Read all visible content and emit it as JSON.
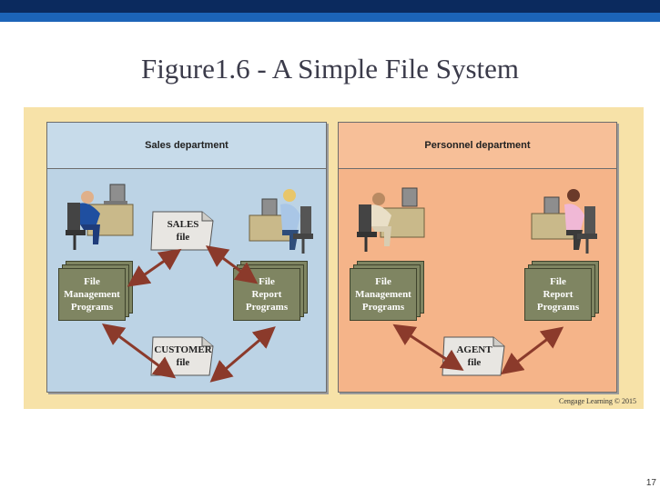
{
  "slide": {
    "title": "Figure1.6 - A Simple File System",
    "page_number": "17"
  },
  "figure": {
    "credit": "Cengage Learning © 2015",
    "sales": {
      "header": "Sales department",
      "file_mgmt": "File\nManagement\nPrograms",
      "file_report": "File\nReport\nPrograms",
      "sales_file": "SALES\nfile",
      "customer_file": "CUSTOMER\nfile"
    },
    "personnel": {
      "header": "Personnel department",
      "file_mgmt": "File\nManagement\nPrograms",
      "file_report": "File\nReport\nPrograms",
      "agent_file": "AGENT\nfile"
    }
  },
  "colors": {
    "sales_panel": "#bcd3e5",
    "personnel_panel": "#f5b489",
    "background": "#f7e2a8",
    "program_block": "#7f8562",
    "arrow": "#8b3a2b"
  }
}
